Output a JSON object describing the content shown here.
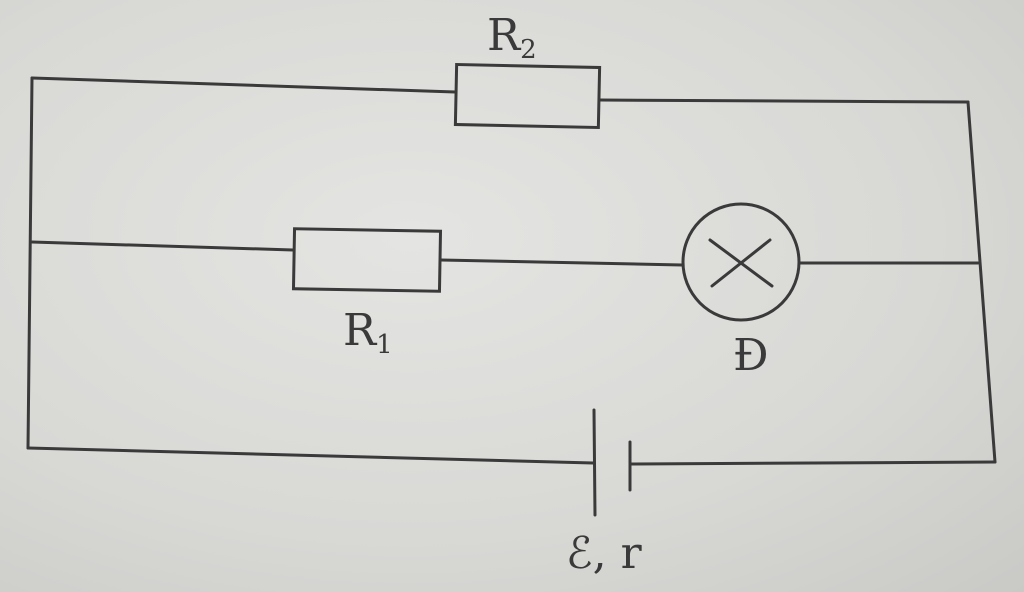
{
  "labels": {
    "r2": {
      "main": "R",
      "sub": "2"
    },
    "r1": {
      "main": "R",
      "sub": "1"
    },
    "lamp": "Đ",
    "source": "ℰ, r"
  }
}
